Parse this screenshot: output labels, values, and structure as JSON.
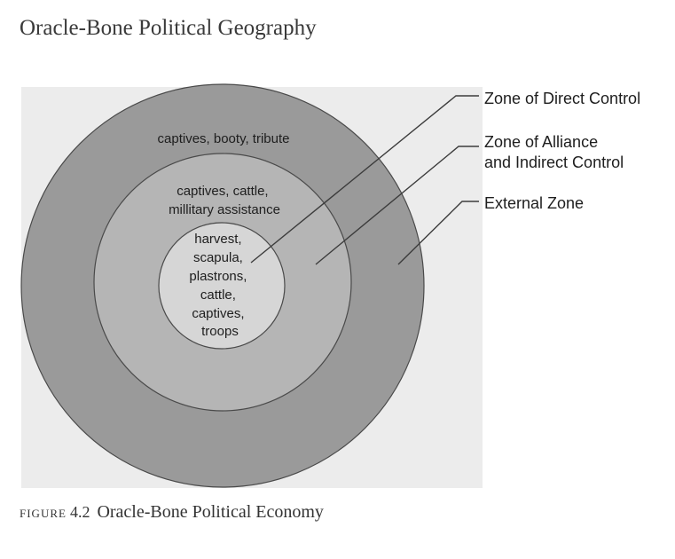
{
  "title": "Oracle-Bone Political Geography",
  "zones": {
    "outer": {
      "lines": [
        "captives, booty, tribute"
      ],
      "fill": "#9a9a9a"
    },
    "middle": {
      "lines": [
        "captives, cattle,",
        "millitary assistance"
      ],
      "fill": "#b5b5b5"
    },
    "inner": {
      "lines": [
        "harvest,",
        "scapula,",
        "plastrons,",
        "cattle,",
        "captives,",
        "troops"
      ],
      "fill": "#d6d6d6"
    }
  },
  "callouts": {
    "direct": {
      "lines": [
        "Zone of Direct Control"
      ]
    },
    "alliance": {
      "lines": [
        "Zone of Alliance",
        "and Indirect Control"
      ]
    },
    "external": {
      "lines": [
        "External Zone"
      ]
    }
  },
  "caption": {
    "label": "FIGURE",
    "number": "4.2",
    "text": "Oracle-Bone Political Economy"
  }
}
